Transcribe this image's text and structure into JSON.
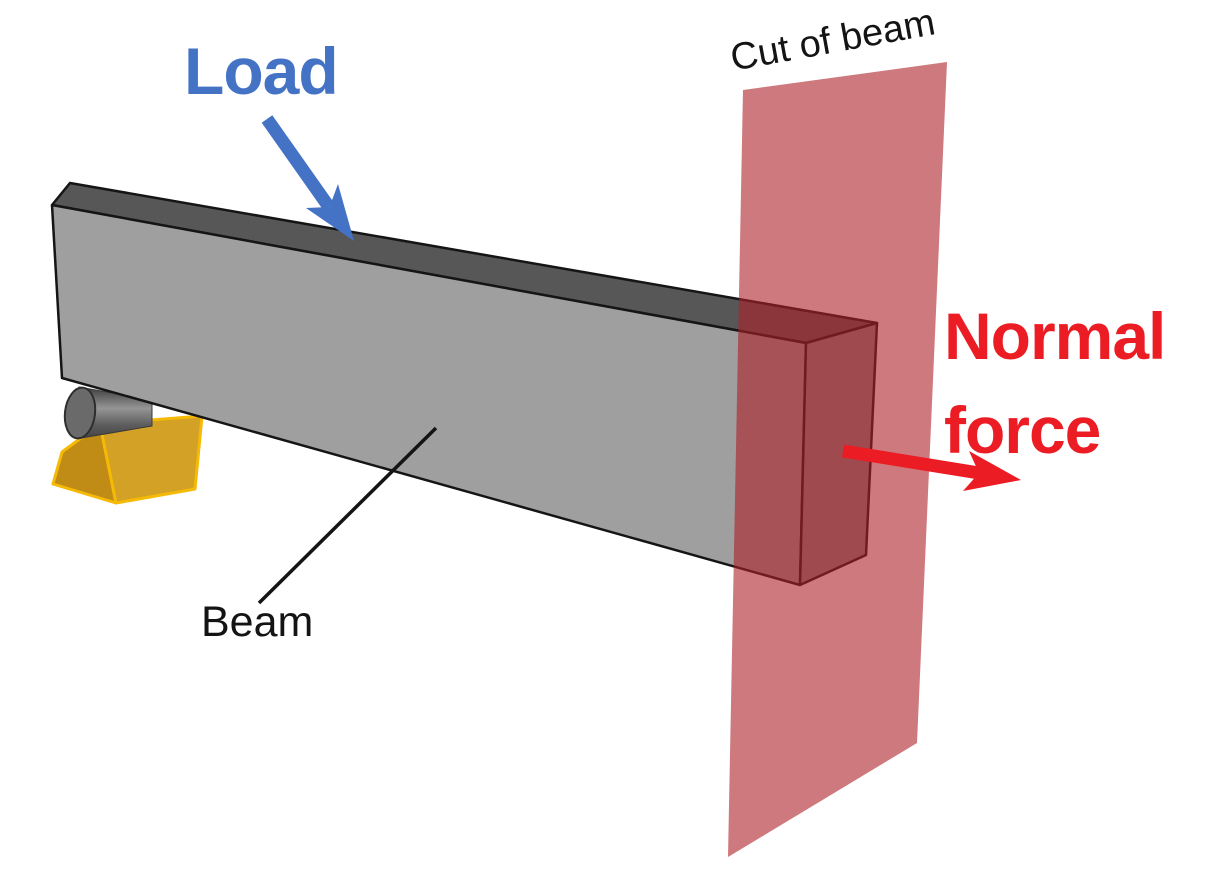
{
  "scene": {
    "title": "Beam with load, cut plane and normal force diagram",
    "background": "#ffffff",
    "labels": {
      "load": "Load",
      "cut_of_beam": "Cut of beam",
      "normal_force": "Normal force",
      "beam": "Beam"
    },
    "colors": {
      "load_text": "#4472c4",
      "load_arrow": "#4472c4",
      "normal_text": "#ec1c24",
      "normal_arrow": "#ec1c24",
      "annotation_text": "#141414",
      "leader_line": "#141414",
      "cut_plane": "rgba(172,32,40,0.6)",
      "beam_front": "#9f9f9f",
      "beam_top": "#575757",
      "beam_end": "#8a8a8a",
      "beam_outline": "#151515",
      "roller_cap": "#6a6a6a",
      "wedge_left": "#c08c15",
      "wedge_right": "#d2a125",
      "wedge_edge": "#f5ba05"
    }
  }
}
